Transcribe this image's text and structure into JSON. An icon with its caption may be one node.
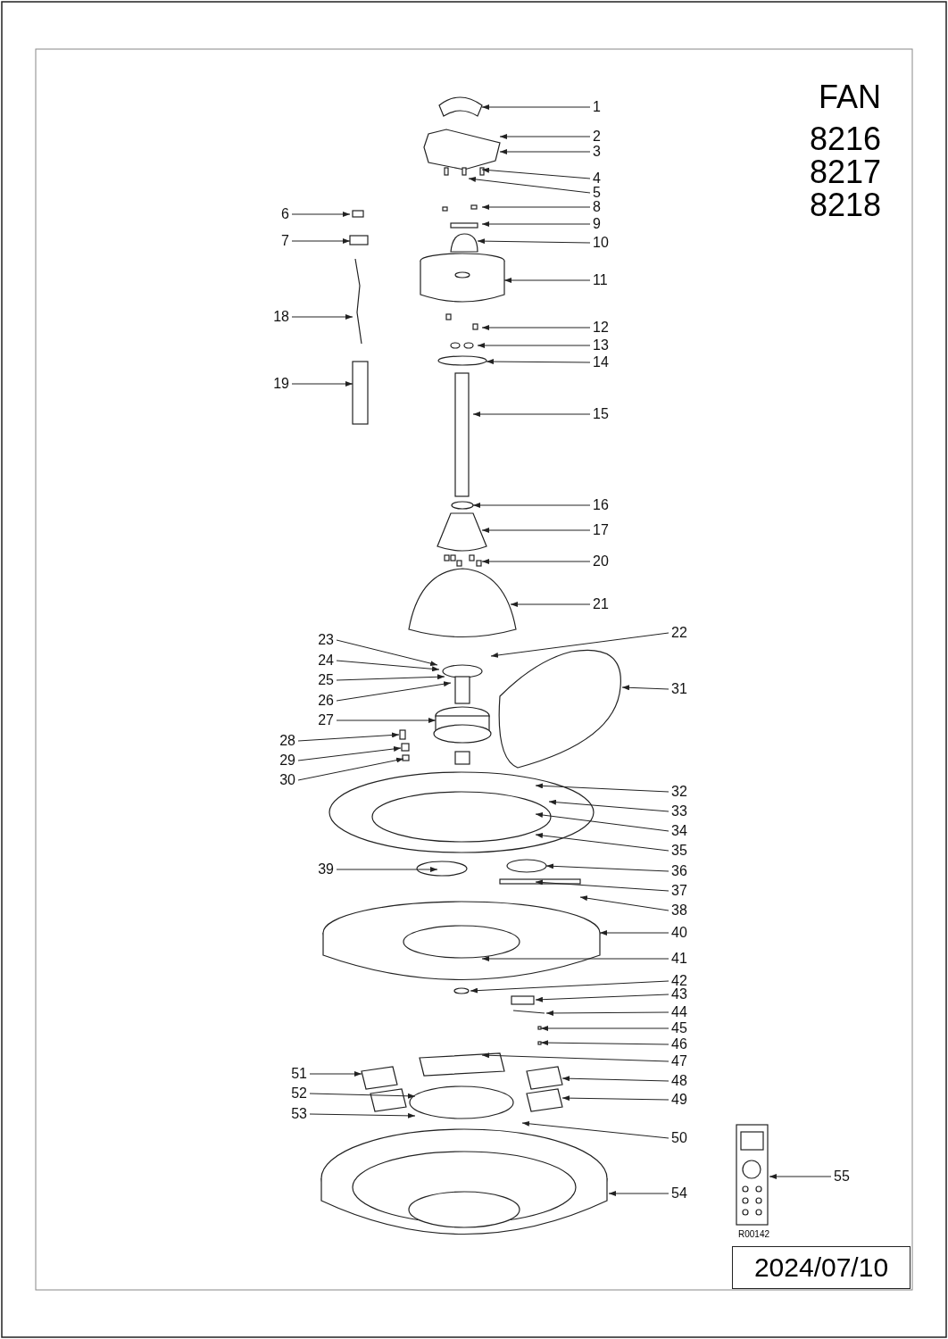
{
  "diagram": {
    "title": "FAN",
    "nodes": [
      {
        "text": [
          "1"
        ]
      },
      {
        "text": [
          "2"
        ]
      },
      {
        "text": [
          "3"
        ]
      },
      {
        "text": [
          "4"
        ]
      },
      {
        "text": [
          "5"
        ]
      },
      {
        "text": [
          "6"
        ]
      },
      {
        "text": [
          "7"
        ]
      },
      {
        "text": [
          "8"
        ]
      },
      {
        "text": [
          "9"
        ]
      },
      {
        "text": [
          "10"
        ]
      },
      {
        "text": [
          "11"
        ]
      },
      {
        "text": [
          "12"
        ]
      },
      {
        "text": [
          "13"
        ]
      },
      {
        "text": [
          "14"
        ]
      },
      {
        "text": [
          "15"
        ]
      },
      {
        "text": [
          "16"
        ]
      },
      {
        "text": [
          "17"
        ]
      },
      {
        "text": [
          "18"
        ]
      },
      {
        "text": [
          "19"
        ]
      },
      {
        "text": [
          "20"
        ]
      },
      {
        "text": [
          "21"
        ]
      },
      {
        "text": [
          "22"
        ]
      },
      {
        "text": [
          "23"
        ]
      },
      {
        "text": [
          "24"
        ]
      },
      {
        "text": [
          "25"
        ]
      },
      {
        "text": [
          "26"
        ]
      },
      {
        "text": [
          "27"
        ]
      },
      {
        "text": [
          "28"
        ]
      },
      {
        "text": [
          "29"
        ]
      },
      {
        "text": [
          "30"
        ]
      },
      {
        "text": [
          "31"
        ]
      },
      {
        "text": [
          "32"
        ]
      },
      {
        "text": [
          "33"
        ]
      },
      {
        "text": [
          "34"
        ]
      },
      {
        "text": [
          "35"
        ]
      },
      {
        "text": [
          "36"
        ]
      },
      {
        "text": [
          "37"
        ]
      },
      {
        "text": [
          "38"
        ]
      },
      {
        "text": [
          "39"
        ]
      },
      {
        "text": [
          "40"
        ]
      },
      {
        "text": [
          "41"
        ]
      },
      {
        "text": [
          "42"
        ]
      },
      {
        "text": [
          "43"
        ]
      },
      {
        "text": [
          "44"
        ]
      },
      {
        "text": [
          "45"
        ]
      },
      {
        "text": [
          "46"
        ]
      },
      {
        "text": [
          "47"
        ]
      },
      {
        "text": [
          "48"
        ]
      },
      {
        "text": [
          "49"
        ]
      },
      {
        "text": [
          "50"
        ]
      },
      {
        "text": [
          "51"
        ]
      },
      {
        "text": [
          "52"
        ]
      },
      {
        "text": [
          "53"
        ]
      },
      {
        "text": [
          "54"
        ]
      },
      {
        "text": [
          "55"
        ]
      },
      {
        "text": [
          "2024/07/10"
        ]
      }
    ],
    "edges": [
      {
        "from": 0,
        "to": null,
        "arrow": "to"
      },
      {
        "from": 1,
        "to": null,
        "arrow": "to"
      },
      {
        "from": 2,
        "to": null,
        "arrow": "to"
      },
      {
        "from": 3,
        "to": null,
        "arrow": "to"
      },
      {
        "from": 4,
        "to": null,
        "arrow": "to"
      },
      {
        "from": 5,
        "to": null,
        "arrow": "to"
      },
      {
        "from": 6,
        "to": null,
        "arrow": "to"
      },
      {
        "from": 7,
        "to": null,
        "arrow": "to"
      },
      {
        "from": 8,
        "to": null,
        "arrow": "to"
      },
      {
        "from": 9,
        "to": null,
        "arrow": "to"
      },
      {
        "from": 10,
        "to": null,
        "arrow": "to"
      },
      {
        "from": 11,
        "to": null,
        "arrow": "to"
      },
      {
        "from": 12,
        "to": null,
        "arrow": "to"
      },
      {
        "from": 13,
        "to": null,
        "arrow": "to"
      },
      {
        "from": 14,
        "to": null,
        "arrow": "to"
      },
      {
        "from": 15,
        "to": null,
        "arrow": "to"
      },
      {
        "from": 16,
        "to": null,
        "arrow": "to"
      },
      {
        "from": 17,
        "to": null,
        "arrow": "to"
      },
      {
        "from": 18,
        "to": null,
        "arrow": "to"
      },
      {
        "from": 19,
        "to": null,
        "arrow": "to"
      },
      {
        "from": 20,
        "to": null,
        "arrow": "to"
      },
      {
        "from": 21,
        "to": null,
        "arrow": "to"
      },
      {
        "from": 22,
        "to": null,
        "arrow": "to"
      },
      {
        "from": 23,
        "to": null,
        "arrow": "to"
      },
      {
        "from": 24,
        "to": null,
        "arrow": "to"
      },
      {
        "from": 25,
        "to": null,
        "arrow": "to"
      },
      {
        "from": 26,
        "to": null,
        "arrow": "to"
      },
      {
        "from": 27,
        "to": null,
        "arrow": "to"
      },
      {
        "from": 28,
        "to": null,
        "arrow": "to"
      },
      {
        "from": 29,
        "to": null,
        "arrow": "to"
      },
      {
        "from": 30,
        "to": null,
        "arrow": "to"
      },
      {
        "from": 31,
        "to": null,
        "arrow": "to"
      },
      {
        "from": 32,
        "to": null,
        "arrow": "to"
      },
      {
        "from": 33,
        "to": null,
        "arrow": "to"
      },
      {
        "from": 34,
        "to": null,
        "arrow": "to"
      },
      {
        "from": 35,
        "to": null,
        "arrow": "to"
      },
      {
        "from": 36,
        "to": null,
        "arrow": "to"
      },
      {
        "from": 37,
        "to": null,
        "arrow": "to"
      },
      {
        "from": 38,
        "to": null,
        "arrow": "to"
      },
      {
        "from": 39,
        "to": null,
        "arrow": "to"
      },
      {
        "from": 40,
        "to": null,
        "arrow": "to"
      },
      {
        "from": 41,
        "to": null,
        "arrow": "to"
      },
      {
        "from": 42,
        "to": null,
        "arrow": "to"
      },
      {
        "from": 43,
        "to": null,
        "arrow": "to"
      },
      {
        "from": 44,
        "to": null,
        "arrow": "to"
      },
      {
        "from": 45,
        "to": null,
        "arrow": "to"
      },
      {
        "from": 46,
        "to": null,
        "arrow": "to"
      },
      {
        "from": 47,
        "to": null,
        "arrow": "to"
      },
      {
        "from": 48,
        "to": null,
        "arrow": "to"
      },
      {
        "from": 49,
        "to": null,
        "arrow": "to"
      },
      {
        "from": 50,
        "to": null,
        "arrow": "to"
      },
      {
        "from": 51,
        "to": null,
        "arrow": "to"
      },
      {
        "from": 52,
        "to": null,
        "arrow": "to"
      },
      {
        "from": 53,
        "to": null,
        "arrow": "to"
      },
      {
        "from": 54,
        "to": null,
        "arrow": "to"
      }
    ],
    "labels": [
      "8216",
      "8217",
      "8218",
      "R00142"
    ]
  }
}
